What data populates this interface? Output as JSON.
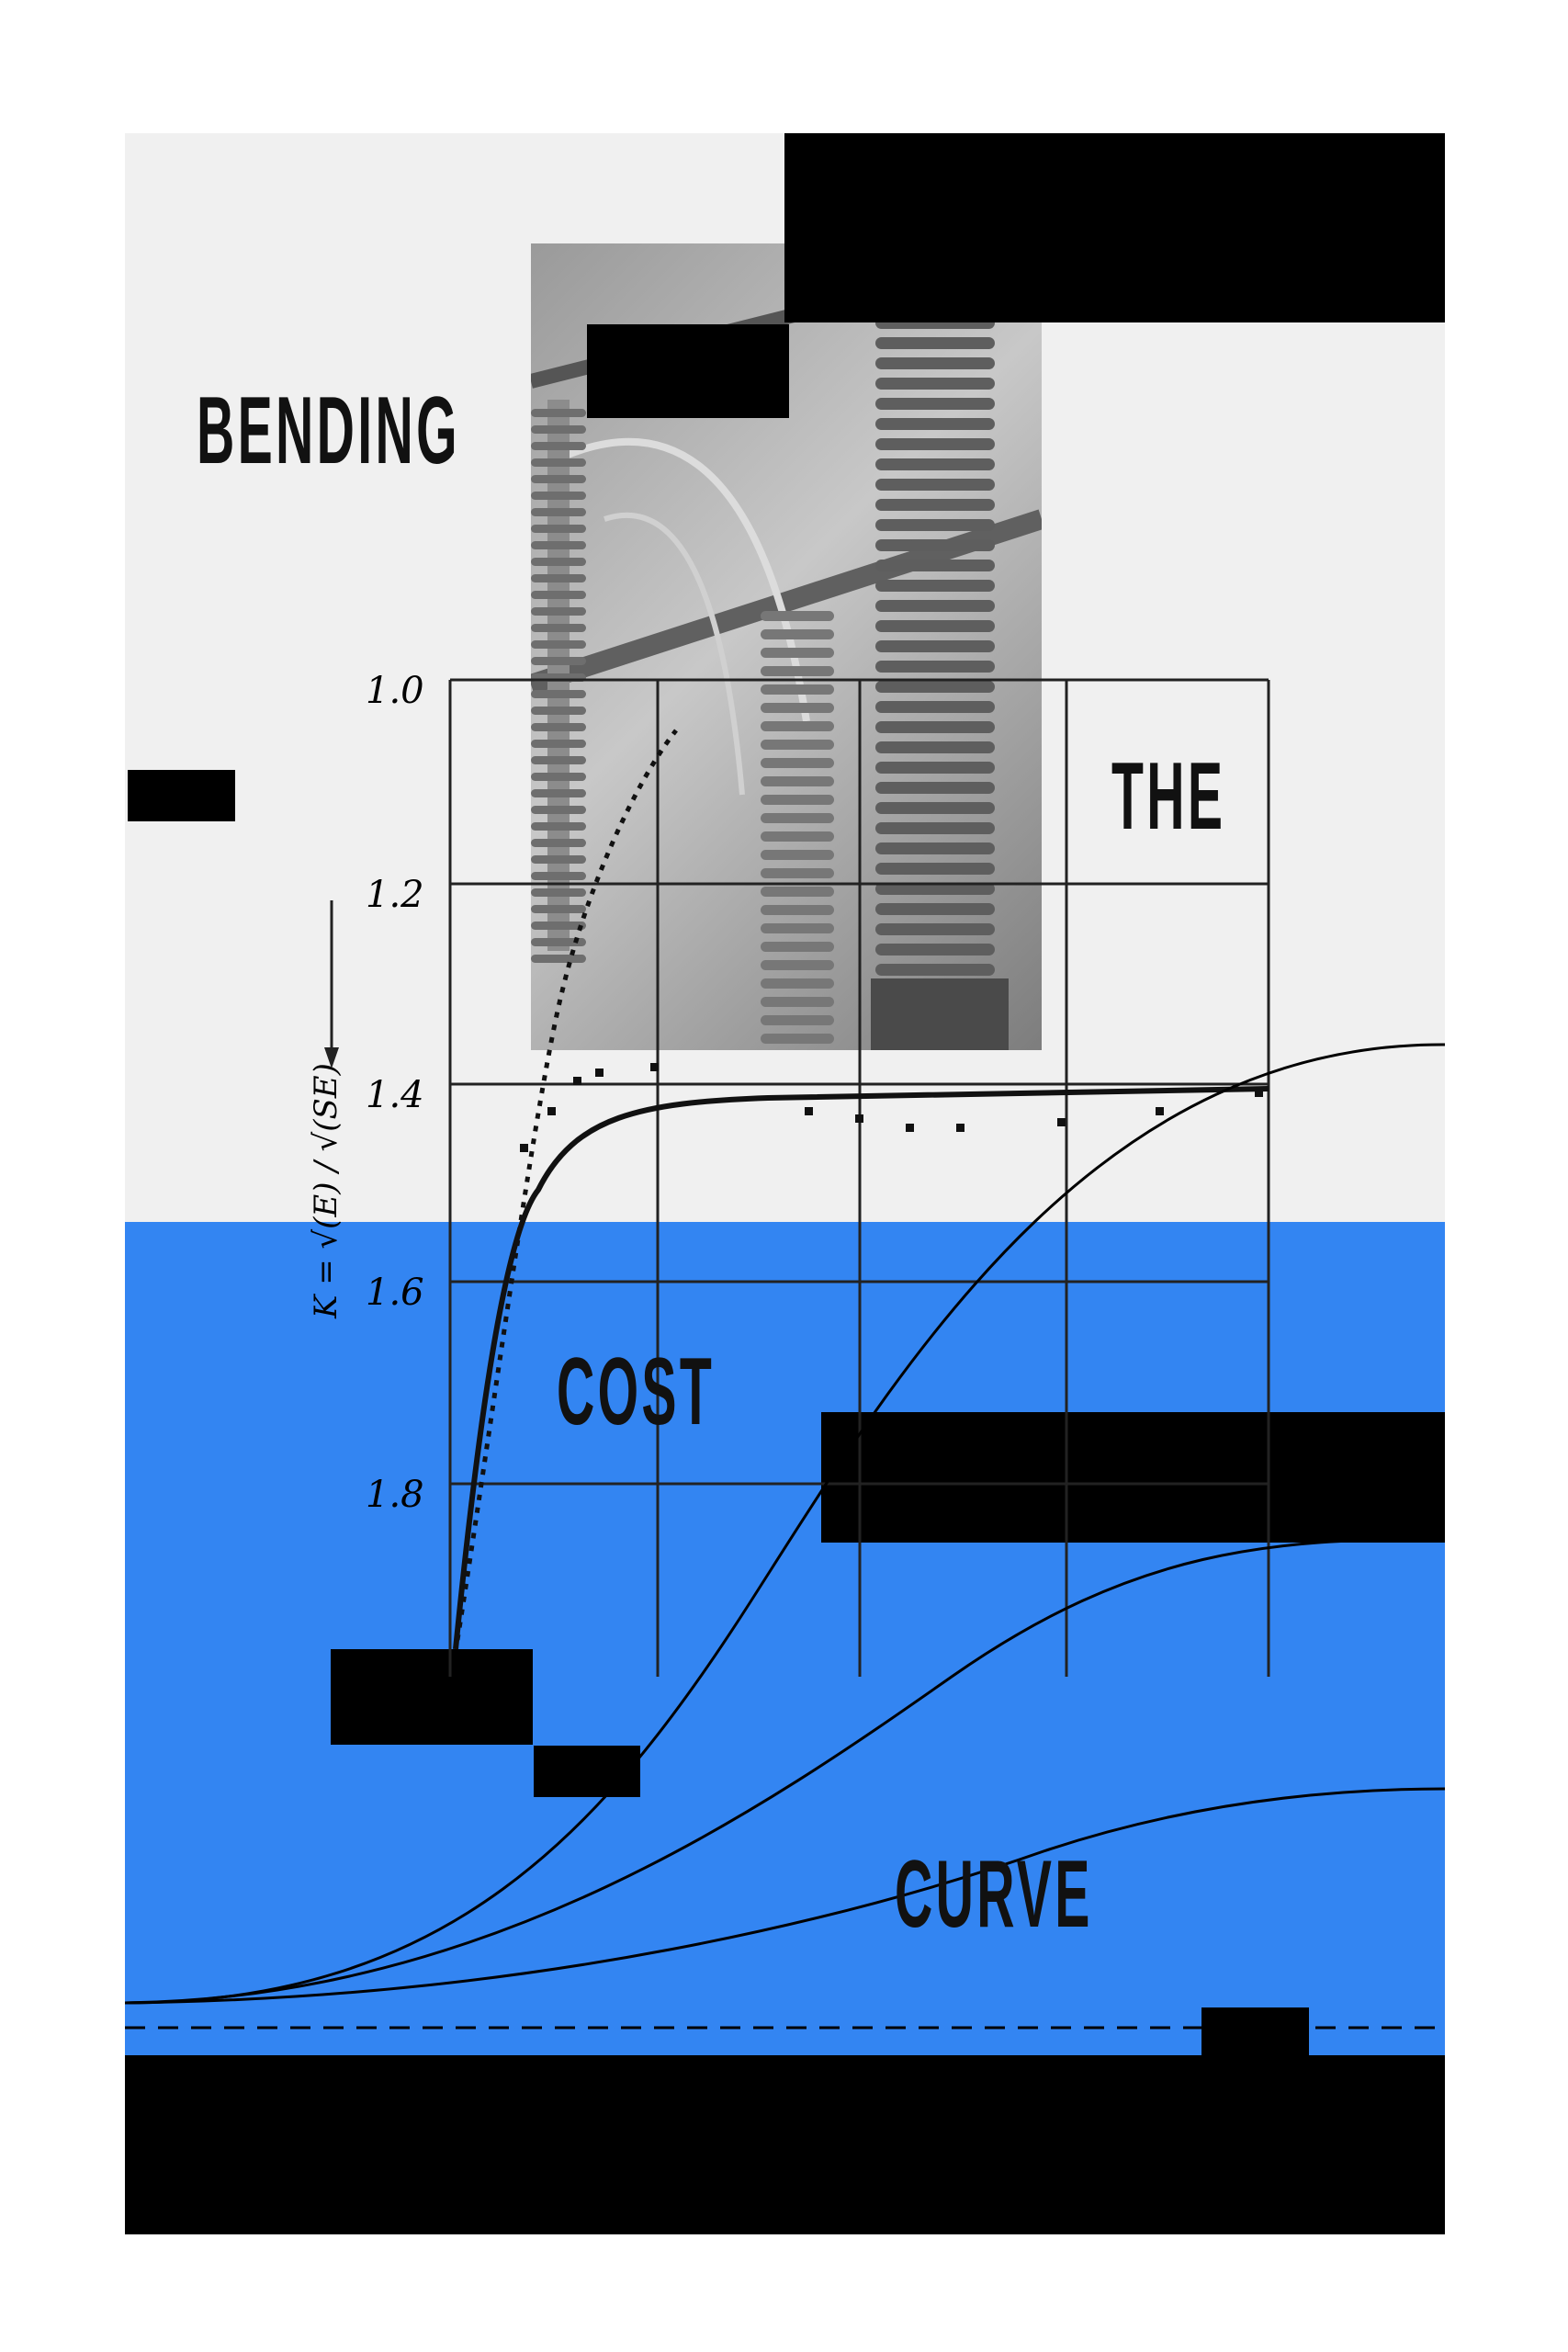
{
  "title_words": {
    "w1": "BENDING",
    "w2": "THE",
    "w3": "COST",
    "w4": "CURVE"
  },
  "graph": {
    "y_tick_labels": [
      "1.0",
      "1.2",
      "1.4",
      "1.6",
      "1.8"
    ],
    "y_axis_label": "K = √(E) / √(SE)"
  },
  "colors": {
    "background": "#f0f0f0",
    "accent_blue": "#3385f2",
    "block_black": "#000000",
    "ink": "#111111"
  },
  "photo_subject": "electrical-insulators-photo"
}
